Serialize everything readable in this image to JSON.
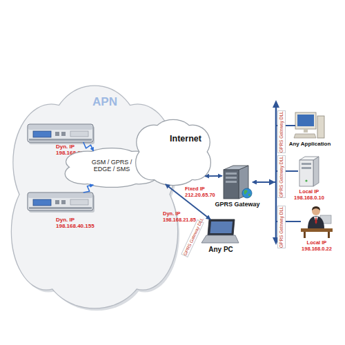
{
  "diagram": {
    "nodes": [
      {
        "text": [
          "APN"
        ]
      },
      {
        "text": [
          "Dyn. IP 198.168.35.3"
        ],
        "in": 0
      },
      {
        "text": [
          "Dyn. IP 198.168.40.155"
        ],
        "in": 0
      },
      {
        "text": [
          "GSM / GPRS / EDGE / SMS"
        ],
        "in": 0
      },
      {
        "text": [
          "Internet"
        ]
      },
      {
        "text": [
          "GPRS Gateway",
          "Fixed IP 212.20.65.70"
        ]
      },
      {
        "text": [
          "Any PC",
          "Dyn. IP 198.168.21.85"
        ]
      },
      {
        "text": [
          "Any Application"
        ]
      },
      {
        "text": [
          "Local IP 198.168.0.10"
        ]
      },
      {
        "text": [
          "Local IP 198.168.0.22"
        ]
      }
    ],
    "edges": [
      {
        "from": 1,
        "to": 3,
        "arrow": "to"
      },
      {
        "from": 2,
        "to": 3,
        "arrow": "to"
      },
      {
        "from": 4,
        "to": 5,
        "arrow": "both"
      },
      {
        "from": 4,
        "to": 6,
        "arrow": "both"
      },
      {
        "from": 7,
        "to": 5,
        "arrow": "to"
      },
      {
        "from": 8,
        "to": 5,
        "arrow": "to"
      },
      {
        "from": 9,
        "to": 5,
        "arrow": "to"
      }
    ],
    "labels": [
      "GPRS Gateway DLL",
      "GPRS Gateway DLL",
      "GPRS Gateway DLL",
      "GPRS Gateway DLL"
    ]
  }
}
